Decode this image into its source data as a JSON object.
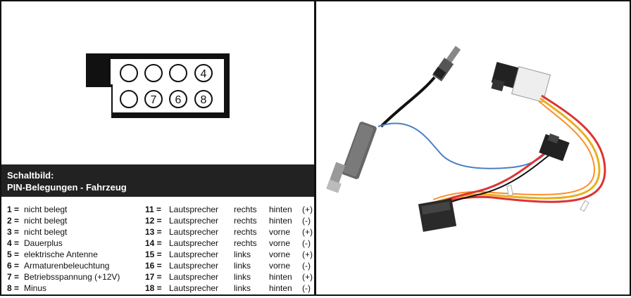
{
  "caption": {
    "line1": "Schaltbild:",
    "line2": "PIN-Belegungen - Fahrzeug"
  },
  "connector": {
    "pins_top": [
      "",
      "",
      "",
      "4"
    ],
    "pins_bottom": [
      "",
      "7",
      "6",
      "8"
    ]
  },
  "legend_left": [
    {
      "num": "1 =",
      "text": "nicht belegt"
    },
    {
      "num": "2 =",
      "text": "nicht belegt"
    },
    {
      "num": "3 =",
      "text": "nicht belegt"
    },
    {
      "num": "4 =",
      "text": "Dauerplus"
    },
    {
      "num": "5 =",
      "text": "elektrische Antenne"
    },
    {
      "num": "6 =",
      "text": "Armaturenbeleuchtung"
    },
    {
      "num": "7 =",
      "text": "Betriebsspannung (+12V)"
    },
    {
      "num": "8 =",
      "text": "Minus"
    }
  ],
  "legend_right": [
    {
      "num": "11 =",
      "what": "Lautsprecher",
      "side": "rechts",
      "pos": "hinten",
      "pol": "(+)"
    },
    {
      "num": "12 =",
      "what": "Lautsprecher",
      "side": "rechts",
      "pos": "hinten",
      "pol": "(-)"
    },
    {
      "num": "13 =",
      "what": "Lautsprecher",
      "side": "rechts",
      "pos": "vorne",
      "pol": "(+)"
    },
    {
      "num": "14 =",
      "what": "Lautsprecher",
      "side": "rechts",
      "pos": "vorne",
      "pol": "(-)"
    },
    {
      "num": "15 =",
      "what": "Lautsprecher",
      "side": "links",
      "pos": "vorne",
      "pol": "(+)"
    },
    {
      "num": "16 =",
      "what": "Lautsprecher",
      "side": "links",
      "pos": "vorne",
      "pol": "(-)"
    },
    {
      "num": "17 =",
      "what": "Lautsprecher",
      "side": "links",
      "pos": "hinten",
      "pol": "(+)"
    },
    {
      "num": "18 =",
      "what": "Lautsprecher",
      "side": "links",
      "pos": "hinten",
      "pol": "(-)"
    }
  ]
}
